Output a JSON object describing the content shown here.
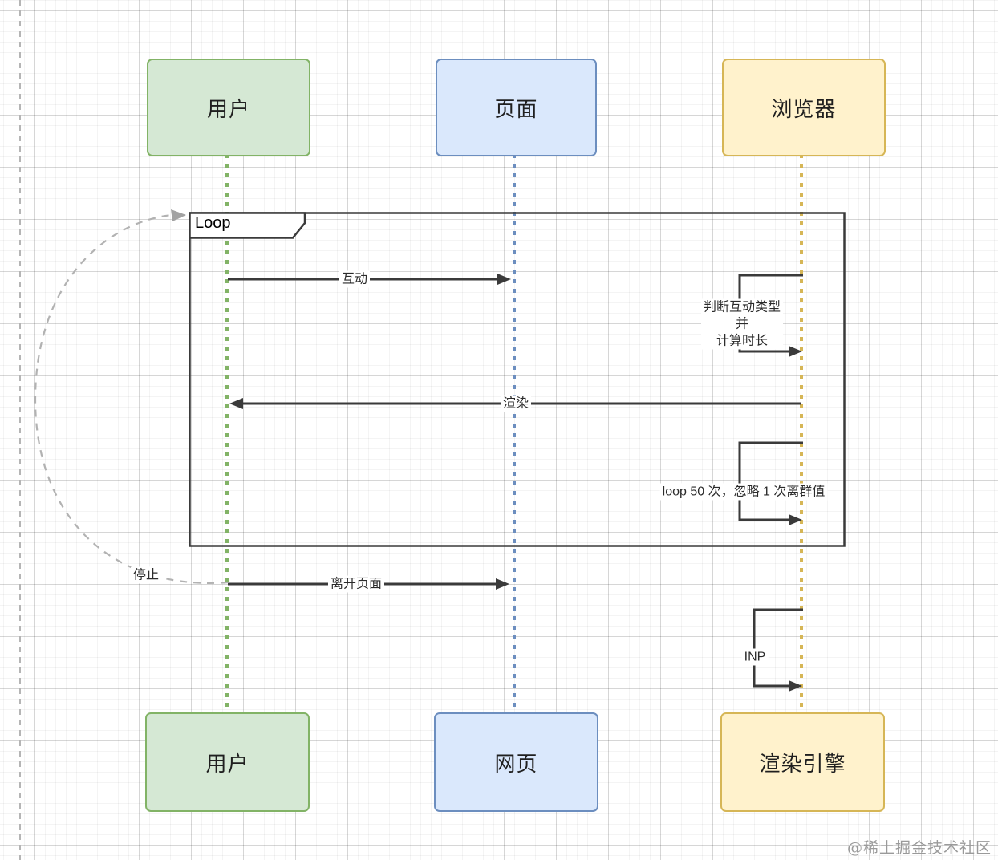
{
  "diagram": {
    "type": "sequence-diagram",
    "actors": {
      "top": [
        {
          "id": "user",
          "label": "用户"
        },
        {
          "id": "page",
          "label": "页面"
        },
        {
          "id": "browser",
          "label": "浏览器"
        }
      ],
      "bottom": [
        {
          "id": "user",
          "label": "用户"
        },
        {
          "id": "web-page",
          "label": "网页"
        },
        {
          "id": "render-engine",
          "label": "渲染引擎"
        }
      ]
    },
    "loop_label": "Loop",
    "messages": {
      "interact": "互动",
      "judge_line1": "判断互动类型",
      "judge_line2": "并",
      "judge_line3": "计算时长",
      "render": "渲染",
      "loop50": "loop 50 次，忽略 1 次离群值",
      "leave": "离开页面",
      "stop": "停止",
      "inp": "INP"
    },
    "watermark": "@稀土掘金技术社区",
    "colors": {
      "actor_green_fill": "#d5e8d4",
      "actor_green_border": "#82b366",
      "actor_blue_fill": "#dae8fc",
      "actor_blue_border": "#6c8ebf",
      "actor_yellow_fill": "#fff2cc",
      "actor_yellow_border": "#d6b656",
      "arrow": "#3a3a3a",
      "dashed_link": "#b2b2b2",
      "watermark_text": "#9a9a9a"
    }
  }
}
